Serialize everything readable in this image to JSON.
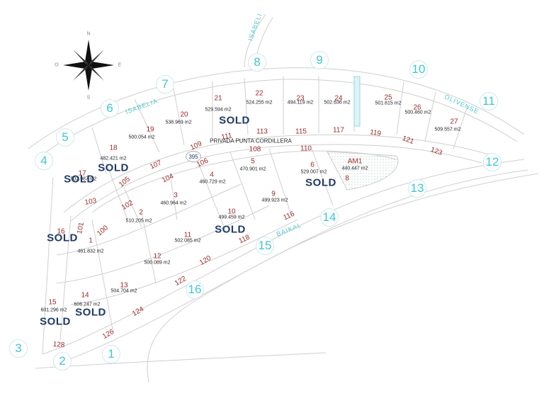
{
  "streets": {
    "isabelia": "ISABELIA",
    "isabelia_top": "ISABELI",
    "olivense": "OLIVENSE",
    "baikal": "BAIKAL",
    "privada": "PRIVADA PUNTA CORDILLERA"
  },
  "marker_395": "395",
  "sold_label": "SOLD",
  "lots": [
    {
      "num": "1",
      "area": "461.832 m2",
      "sold": false
    },
    {
      "num": "2",
      "area": "510.205 m2",
      "sold": false
    },
    {
      "num": "3",
      "area": "460.964 m2",
      "sold": false
    },
    {
      "num": "4",
      "area": "460.729 m2",
      "sold": false
    },
    {
      "num": "5",
      "area": "470.901 m2",
      "sold": false
    },
    {
      "num": "6",
      "area": "529.007 m2",
      "sold": true
    },
    {
      "num": "8",
      "area": "",
      "sold": false
    },
    {
      "num": "9",
      "area": "499.923 m2",
      "sold": false
    },
    {
      "num": "10",
      "area": "499.459 m2",
      "sold": true
    },
    {
      "num": "11",
      "area": "502.085 m2",
      "sold": false
    },
    {
      "num": "12",
      "area": "500.089 m2",
      "sold": false
    },
    {
      "num": "13",
      "area": "504.704 m2",
      "sold": false
    },
    {
      "num": "14",
      "area": "606.247 m2",
      "sold": true
    },
    {
      "num": "15",
      "area": "601.296 m2",
      "sold": true
    },
    {
      "num": "16",
      "area": "",
      "sold": true
    },
    {
      "num": "17",
      "area": "502.987 m2",
      "sold": true
    },
    {
      "num": "18",
      "area": "482.421 m2",
      "sold": true
    },
    {
      "num": "19",
      "area": "500.054 m2",
      "sold": false
    },
    {
      "num": "20",
      "area": "538.969 m2",
      "sold": false
    },
    {
      "num": "21",
      "area": "529.594 m2",
      "sold": true
    },
    {
      "num": "22",
      "area": "524.255 m2",
      "sold": false
    },
    {
      "num": "23",
      "area": "494.119 m2",
      "sold": false
    },
    {
      "num": "24",
      "area": "502.636 m2",
      "sold": false
    },
    {
      "num": "25",
      "area": "501.615 m2",
      "sold": false
    },
    {
      "num": "26",
      "area": "500.460 m2",
      "sold": false
    },
    {
      "num": "27",
      "area": "509.557 m2",
      "sold": false
    },
    {
      "num": "AM1",
      "area": "440.447  m2",
      "sold": false
    }
  ],
  "road_lots": [
    "100",
    "101",
    "102",
    "103",
    "104",
    "105",
    "106",
    "107",
    "108",
    "109",
    "110",
    "111",
    "113",
    "115",
    "117",
    "119",
    "121",
    "123",
    "116",
    "118",
    "120",
    "122",
    "124",
    "126",
    "128"
  ],
  "markers": [
    "1",
    "2",
    "3",
    "4",
    "5",
    "6",
    "7",
    "8",
    "9",
    "10",
    "11",
    "12",
    "13",
    "14",
    "15",
    "16"
  ],
  "compass": {
    "n": "N",
    "s": "S",
    "e": "E",
    "w": "O"
  }
}
